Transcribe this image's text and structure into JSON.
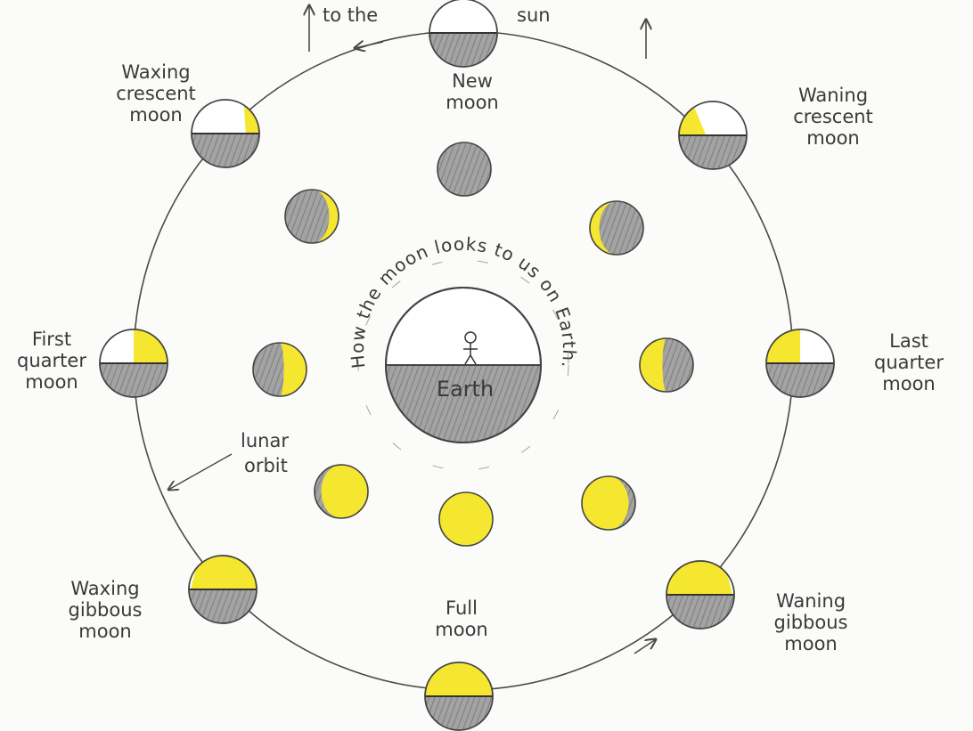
{
  "header": {
    "to_the": "to the",
    "sun": "sun"
  },
  "earth": {
    "label": "Earth",
    "caption": "How the moon looks to us on Earth."
  },
  "orbit_label": [
    "lunar",
    "orbit"
  ],
  "phases": [
    {
      "key": "new",
      "lines": [
        "New",
        "moon"
      ]
    },
    {
      "key": "waxing-crescent",
      "lines": [
        "Waxing",
        "crescent",
        "moon"
      ]
    },
    {
      "key": "first-quarter",
      "lines": [
        "First",
        "quarter",
        "moon"
      ]
    },
    {
      "key": "waxing-gibbous",
      "lines": [
        "Waxing",
        "gibbous",
        "moon"
      ]
    },
    {
      "key": "full",
      "lines": [
        "Full",
        "moon"
      ]
    },
    {
      "key": "waning-gibbous",
      "lines": [
        "Waning",
        "gibbous",
        "moon"
      ]
    },
    {
      "key": "last-quarter",
      "lines": [
        "Last",
        "quarter",
        "moon"
      ]
    },
    {
      "key": "waning-crescent",
      "lines": [
        "Waning",
        "crescent",
        "moon"
      ]
    }
  ],
  "colors": {
    "lit": "#f5e630",
    "dark": "#8f8f8f",
    "sky": "#ffffff",
    "line": "#4a4a4a"
  }
}
